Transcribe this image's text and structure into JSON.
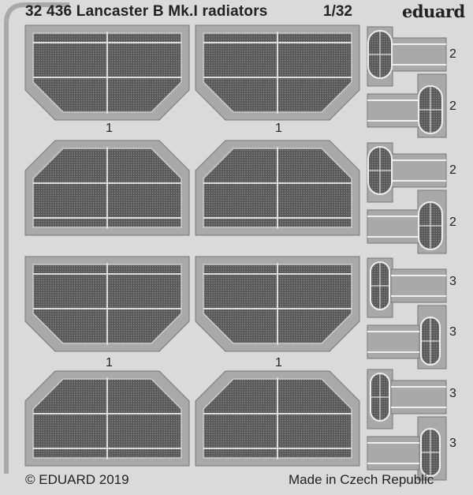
{
  "header": {
    "title": "32 436  Lancaster B Mk.I radiators",
    "scale": "1/32",
    "brand": "eduard"
  },
  "footer": {
    "copyright": "© EDUARD 2019",
    "origin": "Made in Czech Republic"
  },
  "radiator_labels": [
    "1",
    "1",
    "1",
    "1"
  ],
  "small_part_labels": [
    "2",
    "2",
    "2",
    "2",
    "3",
    "3",
    "3",
    "3"
  ],
  "colors": {
    "background": "#dadada",
    "frame": "#a9a9a9",
    "mesh": "#585858",
    "text": "#222222"
  }
}
